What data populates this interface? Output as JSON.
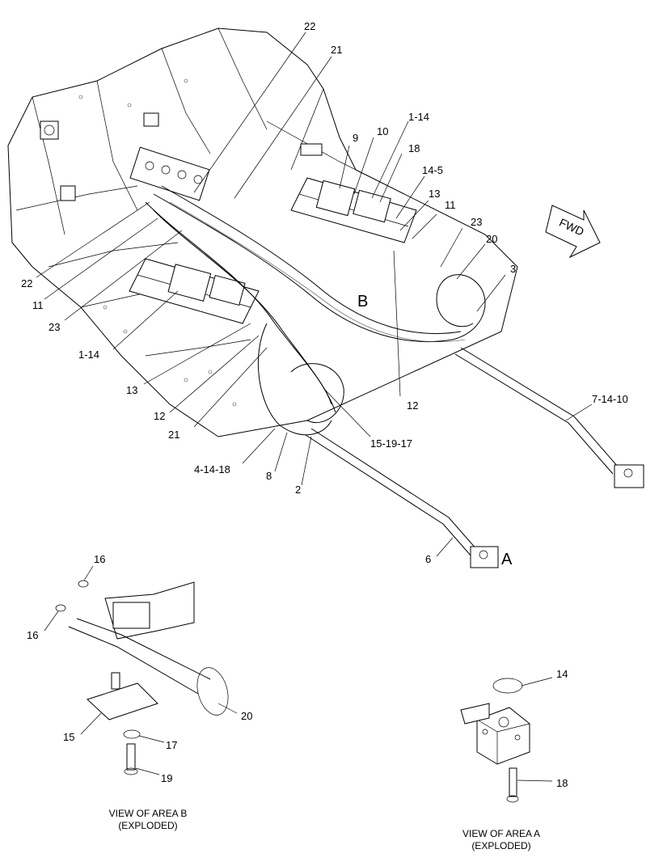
{
  "callouts": {
    "c22_top": "22",
    "c21_top": "21",
    "c1_14_top": "1-14",
    "c9": "9",
    "c10": "10",
    "c18_top": "18",
    "c14_5": "14-5",
    "c13_right": "13",
    "c11_right": "11",
    "c23_right": "23",
    "c20_right": "20",
    "c3": "3",
    "c22_left": "22",
    "c11_left": "11",
    "c23_left": "23",
    "c1_14_left": "1-14",
    "c13_left": "13",
    "c12_left": "12",
    "c21_left": "21",
    "c12_mid": "12",
    "c7_14_10": "7-14-10",
    "c15_19_17": "15-19-17",
    "c4_14_18": "4-14-18",
    "c8": "8",
    "c2": "2",
    "c6": "6",
    "c16_a": "16",
    "c16_b": "16",
    "c20_b": "20",
    "c15_b": "15",
    "c17_b": "17",
    "c19_b": "19",
    "c14_a": "14",
    "c18_a": "18"
  },
  "area_letters": {
    "b": "B",
    "a": "A"
  },
  "fwd_label": "FWD",
  "captions": {
    "view_b_line1": "VIEW OF AREA B",
    "view_b_line2": "(EXPLODED)",
    "view_a_line1": "VIEW OF AREA A",
    "view_a_line2": "(EXPLODED)"
  }
}
